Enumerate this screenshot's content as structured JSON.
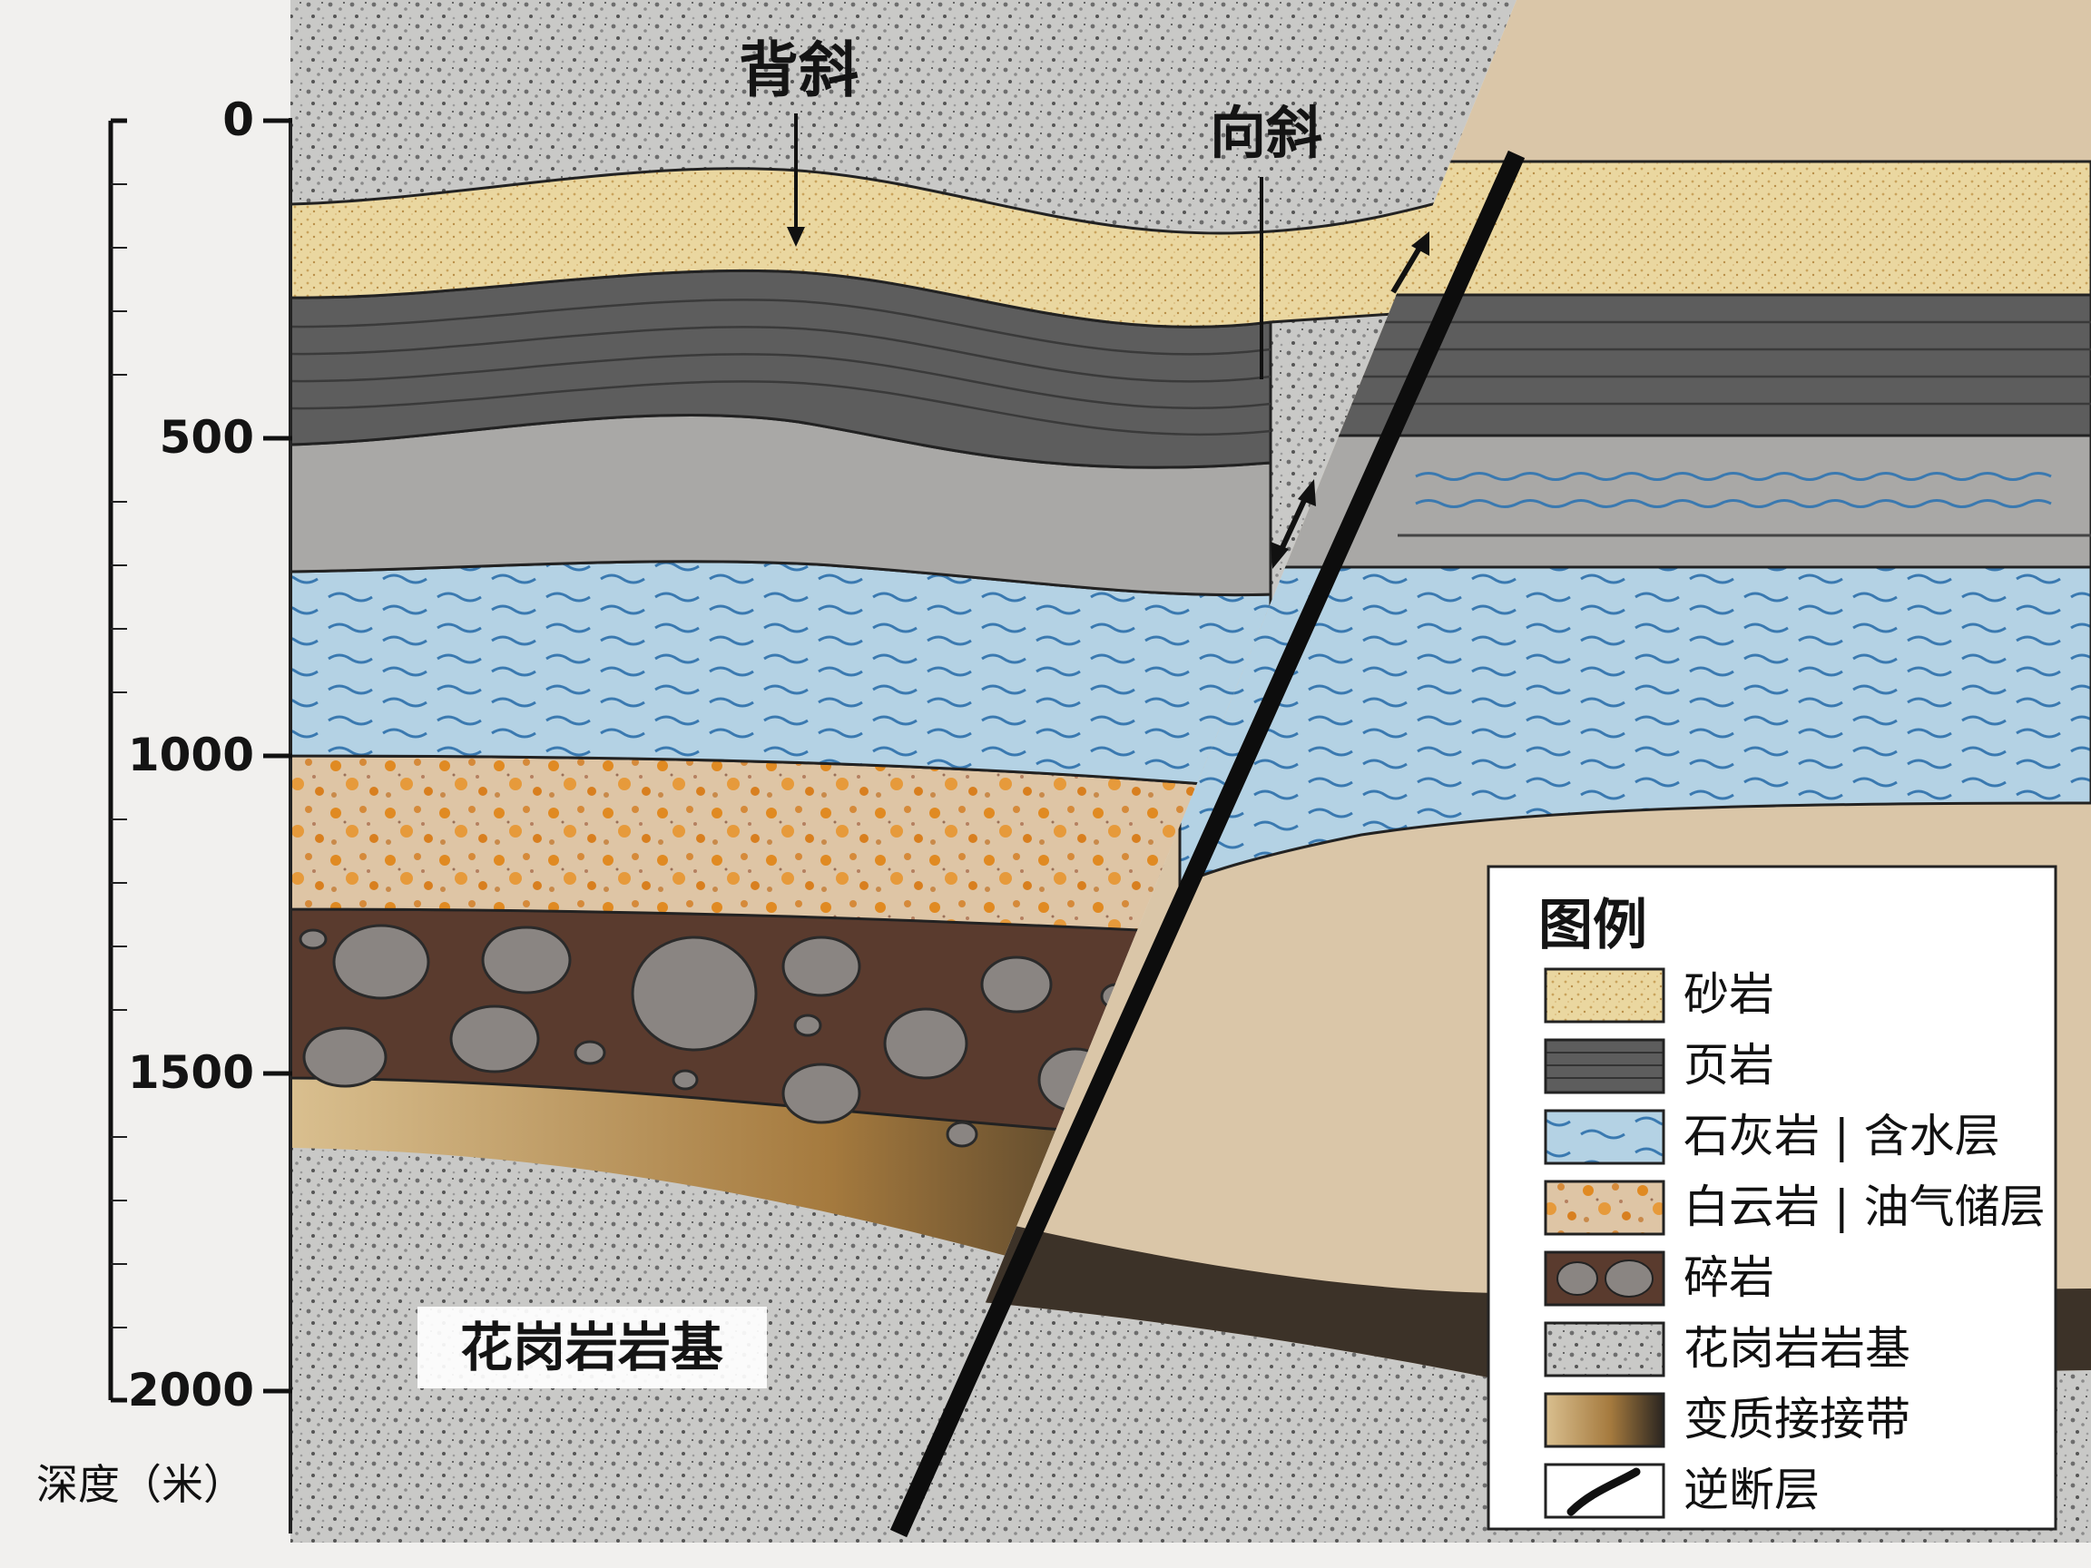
{
  "depth_axis": {
    "title": "深度（米）",
    "ticks": [
      {
        "value": 0,
        "label": "0"
      },
      {
        "value": 500,
        "label": "500"
      },
      {
        "value": 1000,
        "label": "1000"
      },
      {
        "value": 1500,
        "label": "1500"
      },
      {
        "value": 2000,
        "label": "2000"
      }
    ]
  },
  "annotations": {
    "anticline": "背斜",
    "syncline": "向斜",
    "basement_label": "花岗岩岩基"
  },
  "legend": {
    "title": "图例",
    "items": [
      {
        "pattern": "sandstone",
        "label": "砂岩"
      },
      {
        "pattern": "shale",
        "label": "页岩"
      },
      {
        "pattern": "limestone",
        "label": "石灰岩 | 含水层"
      },
      {
        "pattern": "dolomite",
        "label": "白云岩 | 油气储层"
      },
      {
        "pattern": "breccia",
        "label": "碎岩"
      },
      {
        "pattern": "granite",
        "label": "花岗岩岩基"
      },
      {
        "pattern": "metamorphic",
        "label": "变质接接带"
      },
      {
        "pattern": "fault",
        "label": "逆断层"
      }
    ]
  },
  "colors": {
    "sandstone": "#ead7a0",
    "shale": "#5d5d5d",
    "gray_layer": "#a9a8a6",
    "limestone": "#b4d2e4",
    "dolomite": "#dec5a5",
    "breccia": "#5a3b2e",
    "metamorphic": "#b58a4c",
    "granite": "#c9c9c7",
    "tan_block": "#dac6a8",
    "fault": "#0d0d0d"
  }
}
